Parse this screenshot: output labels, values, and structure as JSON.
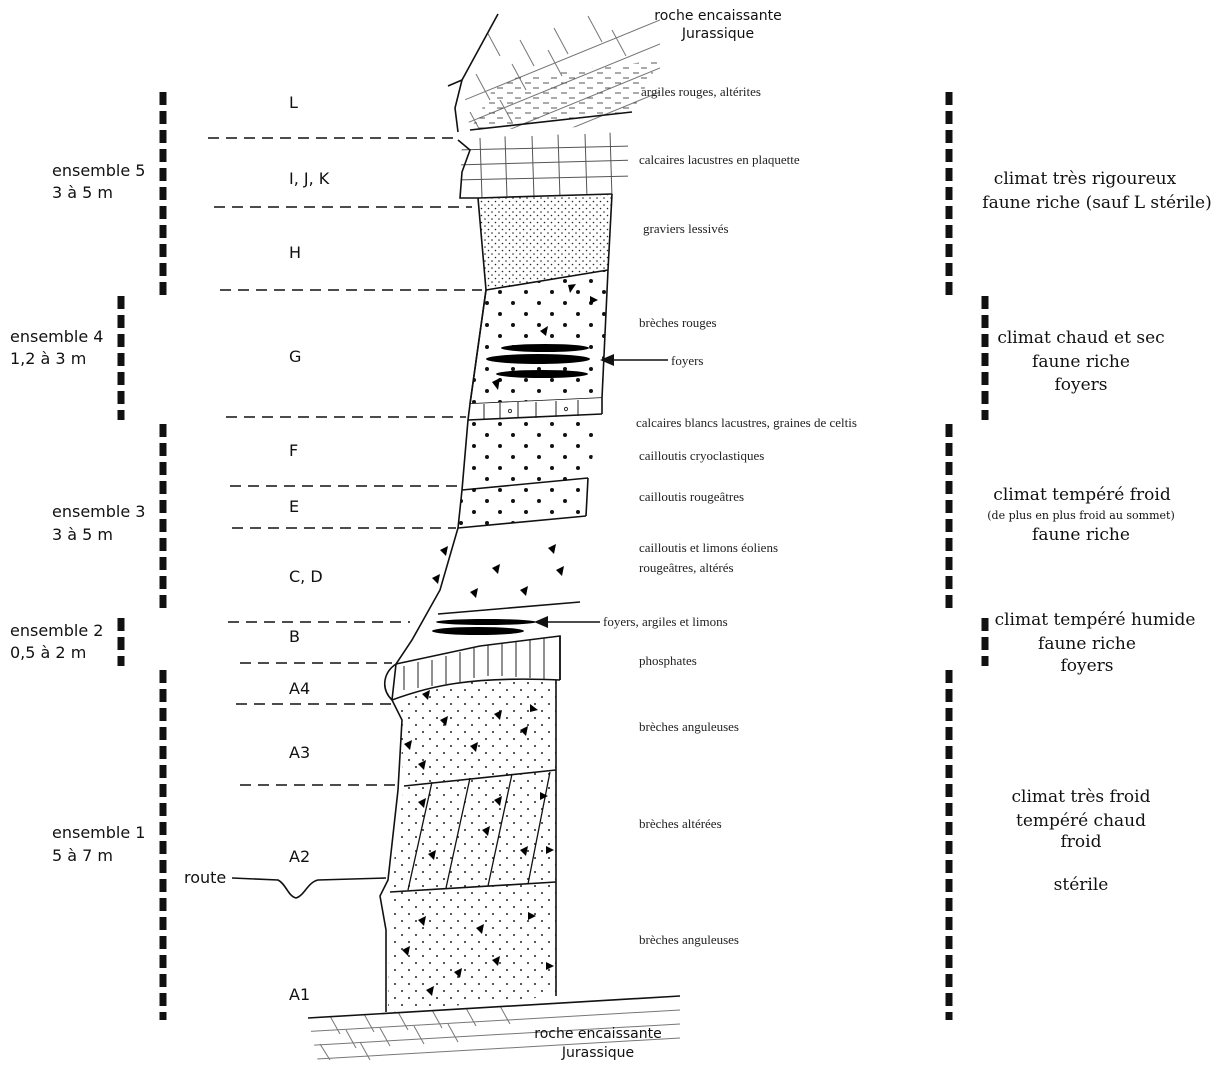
{
  "top_rock": [
    "roche encaissante",
    "Jurassique"
  ],
  "bottom_rock": [
    "roche encaissante",
    "Jurassique"
  ],
  "road_label": "route",
  "ensembles": [
    {
      "name": "ensemble 5",
      "range": "3 à 5 m"
    },
    {
      "name": "ensemble 4",
      "range": "1,2 à 3 m"
    },
    {
      "name": "ensemble 3",
      "range": "3 à 5 m"
    },
    {
      "name": "ensemble 2",
      "range": "0,5 à 2 m"
    },
    {
      "name": "ensemble 1",
      "range": "5 à 7 m"
    }
  ],
  "layers": [
    "L",
    "I, J, K",
    "H",
    "G",
    "F",
    "E",
    "C, D",
    "B",
    "A4",
    "A3",
    "A2",
    "A1"
  ],
  "descriptions": [
    "argiles rouges, altérites",
    "calcaires lacustres en plaquette",
    "graviers lessivés",
    "brèches rouges",
    "foyers",
    "calcaires blancs lacustres, graines de celtis",
    "cailloutis cryoclastiques",
    "cailloutis rougeâtres",
    "cailloutis et limons éoliens",
    "rougeâtres, altérés",
    "foyers, argiles et limons",
    "phosphates",
    "brèches anguleuses",
    "brèches altérées",
    "brèches anguleuses"
  ],
  "climates": [
    {
      "lines": [
        "climat très rigoureux",
        "faune riche (sauf L stérile)"
      ]
    },
    {
      "lines": [
        "climat chaud et sec",
        "faune riche",
        "foyers"
      ]
    },
    {
      "lines": [
        "climat tempéré froid",
        "(de plus en plus froid au sommet)",
        "faune riche"
      ]
    },
    {
      "lines": [
        "climat tempéré humide",
        "faune riche",
        "foyers"
      ]
    },
    {
      "lines": [
        "climat très froid",
        "tempéré chaud",
        "froid",
        "stérile"
      ]
    }
  ]
}
